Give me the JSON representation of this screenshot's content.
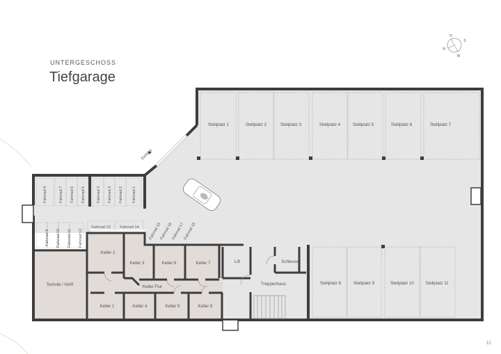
{
  "header": {
    "subtitle": "UNTERGESCHOSS",
    "title": "Tiefgarage"
  },
  "compass": {
    "labels": {
      "top": "O",
      "right": "S",
      "left": "N",
      "bottom": "W"
    }
  },
  "page_number": "11",
  "colors": {
    "wall": "#3d3d3d",
    "garage_floor": "#e6e6e6",
    "cellar_floor": "#e2dcd8",
    "background": "#ffffff"
  },
  "garage": {
    "entrance_label": "Einfahrt",
    "parking_top": [
      "Stellplatz 1",
      "Stellplatz 2",
      "Stellplatz 3",
      "Stellplatz 4",
      "Stellplatz 5",
      "Stellplatz 6",
      "Stellplatz 7"
    ],
    "parking_bottom": [
      "Stellplatz 8",
      "Stellplatz 9",
      "Stellplatz 10",
      "Stellplatz 11"
    ]
  },
  "bikes": {
    "row_top_left": [
      "Fahrrad 8",
      "Fahrrad 7",
      "Fahrrad 6",
      "Fahrrad 5"
    ],
    "row_top_right": [
      "Fahrrad 4",
      "Fahrrad 3",
      "Fahrrad 2",
      "Fahrrad 1"
    ],
    "row_bottom_left": [
      "Fahrrad 9",
      "Fahrrad 10",
      "Fahrrad 11",
      "Fahrrad 12"
    ],
    "row_horizontal": [
      "Fahrrad 13",
      "Fahrrad 14"
    ],
    "row_diagonal": [
      "Fahrrad 15",
      "Fahrrad 16",
      "Fahrrad 17",
      "Fahrrad 18"
    ]
  },
  "rooms": {
    "technik": "Technik / HAR",
    "keller_flur": "Keller Flur",
    "keller_top": [
      "Keller 2",
      "Keller 3",
      "Keller 6",
      "Keller 7"
    ],
    "keller_bottom": [
      "Keller 1",
      "Keller 4",
      "Keller 5",
      "Keller 8"
    ],
    "lift": "Lift",
    "schleuse": "Schleuse",
    "treppenhaus": "Treppenhaus"
  }
}
